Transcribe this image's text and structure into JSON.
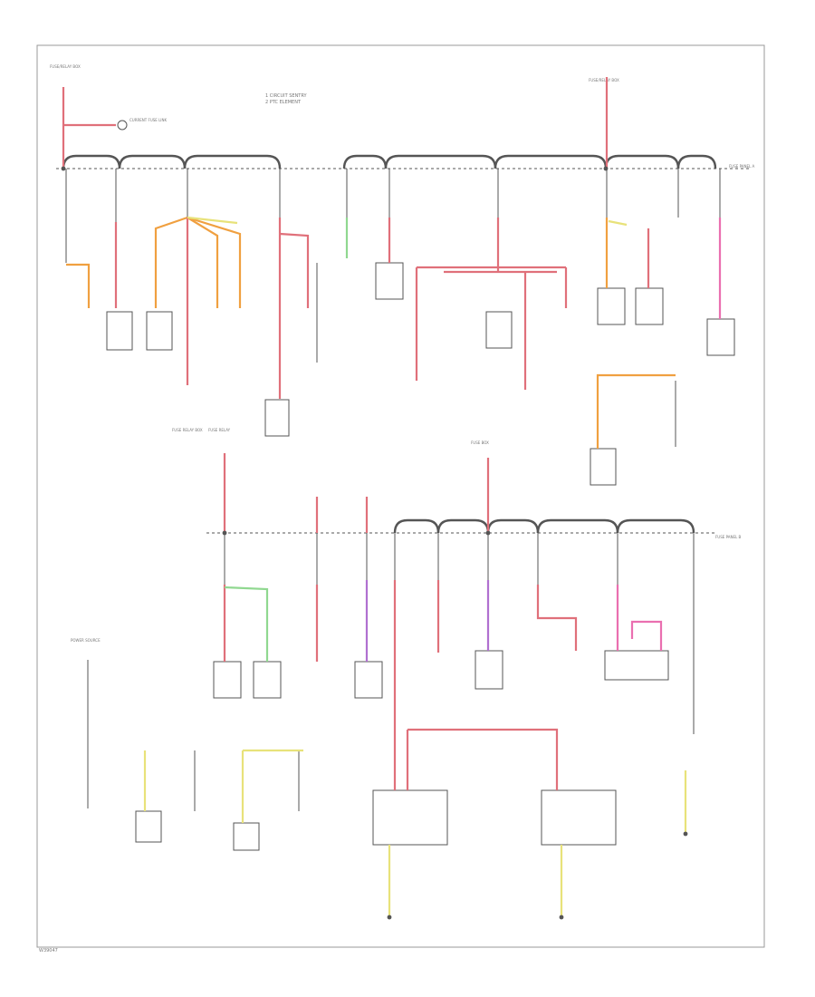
{
  "legend": {
    "line1": "1   CIRCUIT SENTRY",
    "line2": "2   PTC ELEMENT"
  },
  "bus_labels": {
    "upper": "FUSE PANEL A",
    "lower": "FUSE PANEL B"
  },
  "sources": {
    "top_left": "FUSE/RELAY BOX",
    "top_right": "FUSE/RELAY BOX",
    "mid_left_a": "FUSE RELAY BOX",
    "mid_left_b": "FUSE RELAY",
    "mid_center": "FUSE BOX",
    "left_side": "POWER SOURCE",
    "indicator": "CURRENT FUSE LINK"
  },
  "footer": {
    "code": "W39047"
  },
  "colors": {
    "red": "#e0707a",
    "pink": "#ea6fb0",
    "orange": "#f0a040",
    "yellow": "#e8e27a",
    "green": "#90d890",
    "violet": "#b070d0",
    "wire": "#555555"
  }
}
